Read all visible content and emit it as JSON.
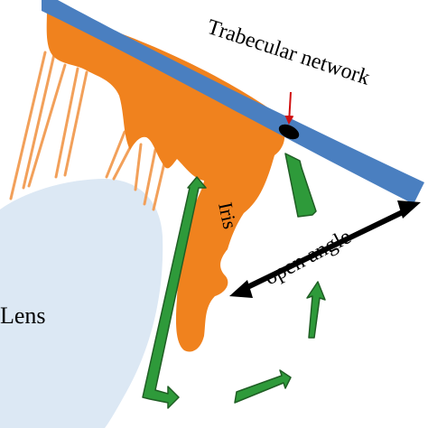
{
  "labels": {
    "trabecular": "Trabecular network",
    "iris": "Iris",
    "angle": "open angle",
    "lens": "Lens"
  },
  "colors": {
    "cornea": "#4a7fc0",
    "iris": "#f0821e",
    "lens": "#dce8f4",
    "zonule": "#f2a05a",
    "flow_arrow": "#2e9a3a",
    "flow_outline": "#1f5e24",
    "meshwork": "#000000",
    "pointer": "#d01010"
  }
}
